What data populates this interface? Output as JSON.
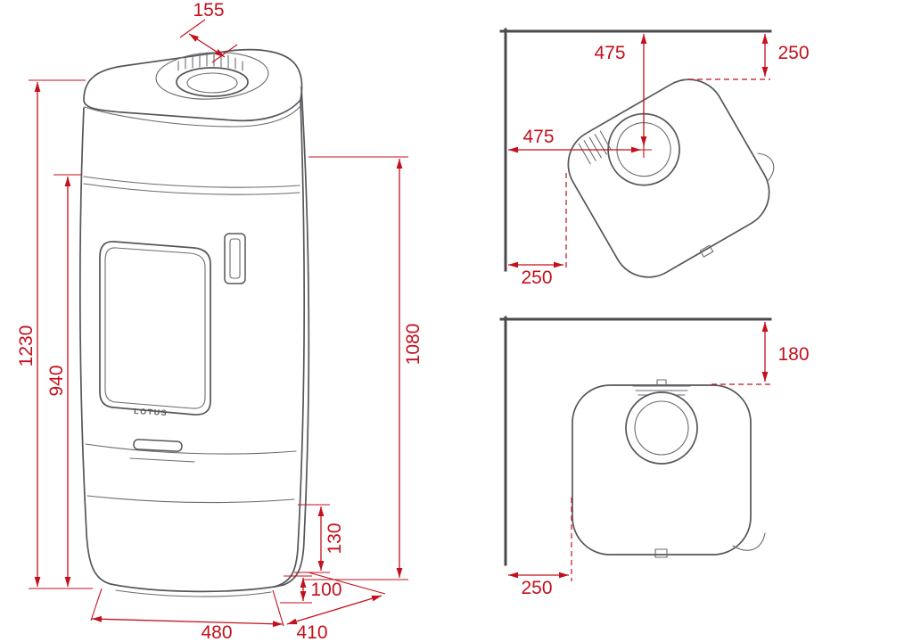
{
  "meta": {
    "title": "Stove dimensional drawing",
    "background": "#ffffff",
    "dimension_color": "#c3101c",
    "outline_color": "#55565a",
    "wall_color": "#4a4a4e"
  },
  "front_view": {
    "brand_label": "LOTUS",
    "dim_flue_offset": "155",
    "dim_total_height": "1230",
    "dim_door_height": "940",
    "dim_body_height": "1080",
    "dim_ash_height": "130",
    "dim_base_height": "100",
    "dim_width": "480",
    "dim_depth": "410"
  },
  "corner_placement_view": {
    "dim_center_from_rear_wall": "475",
    "dim_rear_clearance": "250",
    "dim_center_from_side_wall": "475",
    "dim_side_clearance": "250"
  },
  "parallel_placement_view": {
    "dim_rear_clearance": "180",
    "dim_side_clearance": "250"
  }
}
